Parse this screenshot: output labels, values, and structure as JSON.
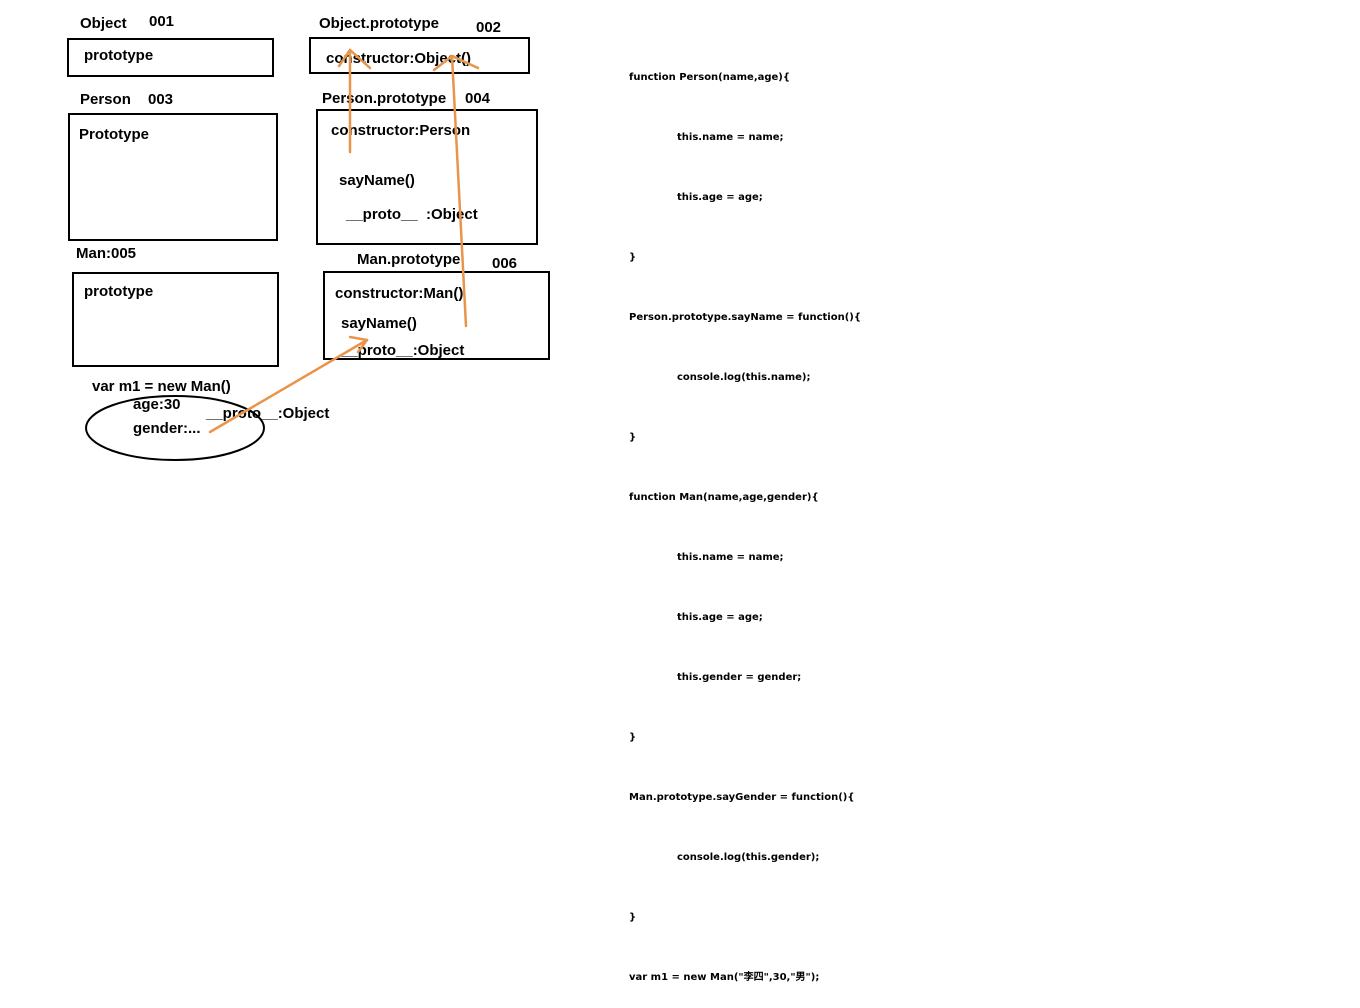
{
  "object": {
    "title": "Object",
    "id": "001",
    "field": "prototype"
  },
  "object_prototype": {
    "title": "Object.prototype",
    "id": "002",
    "field": "constructor:Object()"
  },
  "person": {
    "title": "Person",
    "id": "003",
    "field": "Prototype"
  },
  "person_prototype": {
    "title": "Person.prototype",
    "id": "004",
    "constructor": "constructor:Person",
    "method": "sayName()",
    "proto": "__proto__  :Object"
  },
  "man": {
    "title": "Man:005",
    "field": "prototype"
  },
  "man_prototype": {
    "title": "Man.prototype",
    "id": "006",
    "constructor": "constructor:Man()",
    "method": "sayName()",
    "proto": "__proto__:Object"
  },
  "instance": {
    "title": "var m1 = new Man()",
    "age": "age:30",
    "gender": "gender:...",
    "proto": "__proto__:Object"
  },
  "code_lines": [
    "function Person(name,age){",
    "this.name = name;",
    "this.age = age;",
    "}",
    "Person.prototype.sayName = function(){",
    "console.log(this.name);",
    "}",
    "function Man(name,age,gender){",
    "this.name = name;",
    "this.age = age;",
    "this.gender = gender;",
    "}",
    "Man.prototype.sayGender = function(){",
    "console.log(this.gender);",
    "}",
    "var m1 = new Man(\"李四\",30,\"男\");"
  ],
  "colors": {
    "arrow": "#E8954A",
    "ink": "#000000"
  }
}
